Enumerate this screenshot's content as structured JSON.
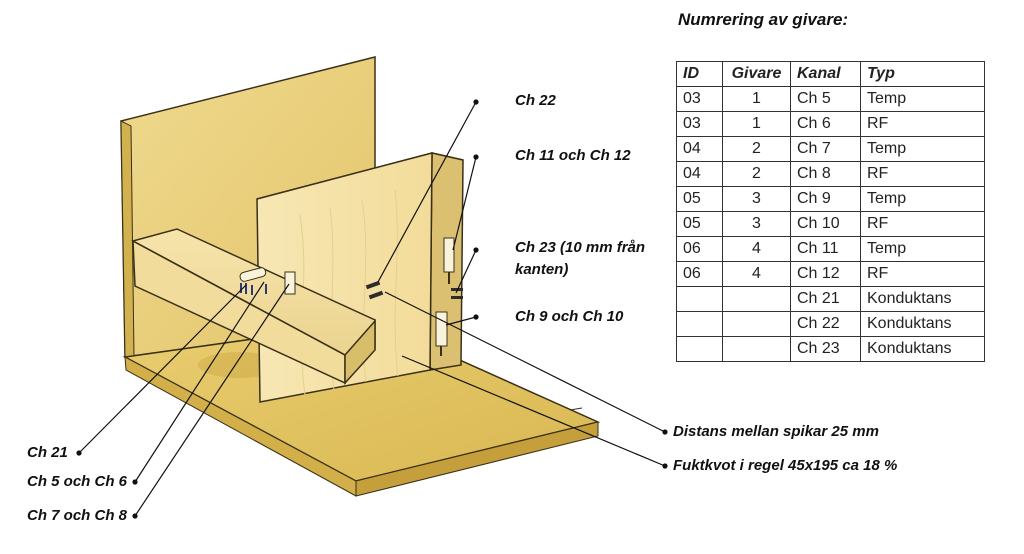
{
  "table": {
    "title": "Numrering av givare:",
    "headers": [
      "ID",
      "Givare",
      "Kanal",
      "Typ"
    ],
    "rows": [
      [
        "03",
        "1",
        "Ch 5",
        "Temp"
      ],
      [
        "03",
        "1",
        "Ch 6",
        "RF"
      ],
      [
        "04",
        "2",
        "Ch 7",
        "Temp"
      ],
      [
        "04",
        "2",
        "Ch 8",
        "RF"
      ],
      [
        "05",
        "3",
        "Ch 9",
        "Temp"
      ],
      [
        "05",
        "3",
        "Ch 10",
        "RF"
      ],
      [
        "06",
        "4",
        "Ch 11",
        "Temp"
      ],
      [
        "06",
        "4",
        "Ch 12",
        "RF"
      ],
      [
        "",
        "",
        "Ch 21",
        "Konduktans"
      ],
      [
        "",
        "",
        "Ch 22",
        "Konduktans"
      ],
      [
        "",
        "",
        "Ch 23",
        "Konduktans"
      ]
    ]
  },
  "labels": {
    "ch22": "Ch 22",
    "ch11_12": "Ch 11 och Ch 12",
    "ch23_line1": "Ch 23 (10 mm från",
    "ch23_line2": "kanten)",
    "ch9_10": "Ch 9 och Ch 10",
    "distans": "Distans mellan spikar 25 mm",
    "fuktkvot": "Fuktkvot i regel 45x195 ca 18 %",
    "ch21": "Ch 21",
    "ch5_6": "Ch 5 och Ch 6",
    "ch7_8": "Ch 7 och Ch 8"
  },
  "colors": {
    "wood_light": "#f6e4a8",
    "wood_mid": "#e9cf78",
    "wood_dark": "#c9a842",
    "edge": "#3a3018",
    "leader": "#111111"
  }
}
